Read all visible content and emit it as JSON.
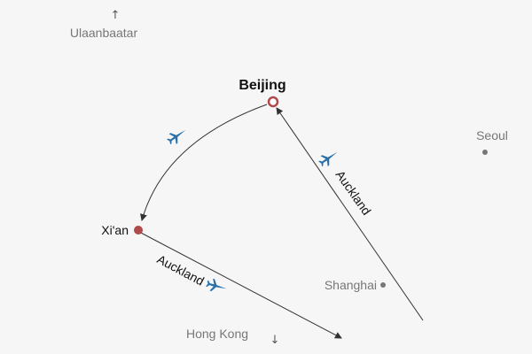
{
  "map": {
    "colors": {
      "background": "#f6f6f6",
      "origin_marker": "#b04a4a",
      "plane_icon": "#2a6fa8",
      "secondary_city": "#777777",
      "route_line": "#333333"
    },
    "cities": {
      "beijing": "Beijing",
      "xian": "Xi'an",
      "ulaanbaatar": "Ulaanbaatar",
      "seoul": "Seoul",
      "shanghai": "Shanghai",
      "hong_kong": "Hong Kong"
    },
    "offscreen_indicators": {
      "north_arrow": "↑",
      "south_arrow": "↓"
    },
    "routes": [
      {
        "from": "Beijing",
        "to": "Xi'an",
        "label": "",
        "icon": "plane-icon"
      },
      {
        "from": "Xi'an",
        "to": "Auckland",
        "label": "Auckland",
        "icon": "plane-icon"
      },
      {
        "from": "Auckland",
        "to": "Beijing",
        "label": "Auckland",
        "icon": "plane-icon"
      }
    ]
  }
}
